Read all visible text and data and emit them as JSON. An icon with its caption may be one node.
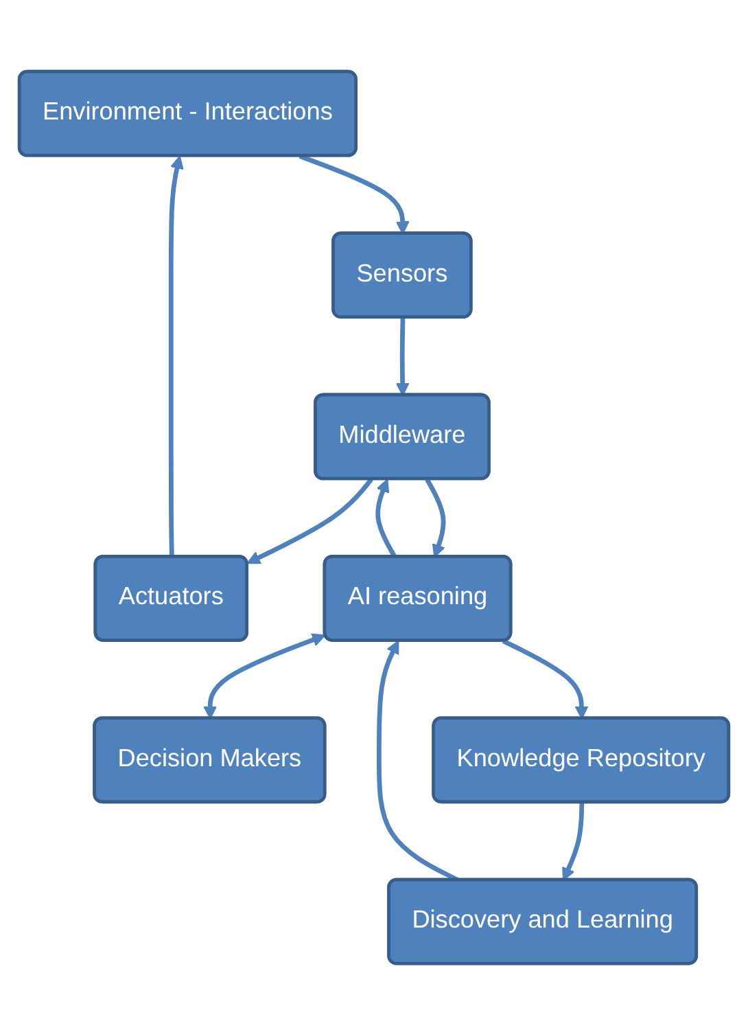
{
  "diagram": {
    "nodes": [
      {
        "text": [
          "Environment - Interactions"
        ]
      },
      {
        "text": [
          "Sensors"
        ]
      },
      {
        "text": [
          "Actuators"
        ]
      },
      {
        "text": [
          "Middleware"
        ]
      },
      {
        "text": [
          "AI reasoning"
        ]
      },
      {
        "text": [
          "Decision Makers"
        ]
      },
      {
        "text": [
          "Knowledge Repository"
        ]
      },
      {
        "text": [
          "Discovery and Learning"
        ]
      }
    ],
    "edges": [
      {
        "from": 0,
        "to": 1,
        "arrow": "to"
      },
      {
        "from": 2,
        "to": 0,
        "arrow": "to"
      },
      {
        "from": 1,
        "to": 3,
        "arrow": "to"
      },
      {
        "from": 3,
        "to": 2,
        "arrow": "to"
      },
      {
        "from": 3,
        "to": 4,
        "arrow": "to"
      },
      {
        "from": 4,
        "to": 3,
        "arrow": "to"
      },
      {
        "from": 4,
        "to": 5,
        "arrow": "both"
      },
      {
        "from": 4,
        "to": 6,
        "arrow": "to"
      },
      {
        "from": 6,
        "to": 7,
        "arrow": "to"
      },
      {
        "from": 7,
        "to": 4,
        "arrow": "to"
      }
    ]
  }
}
